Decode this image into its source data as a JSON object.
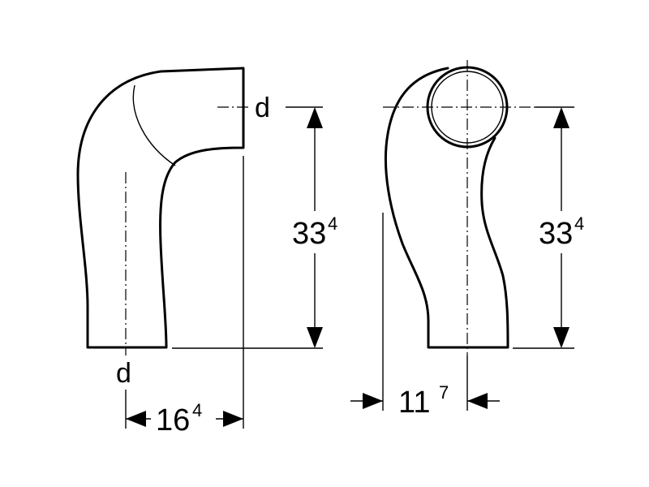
{
  "left_view": {
    "label_top": "d",
    "label_bottom": "d",
    "height_dim": {
      "main": "33",
      "sup": "4"
    },
    "width_dim": {
      "main": "16",
      "sup": "4"
    }
  },
  "right_view": {
    "height_dim": {
      "main": "33",
      "sup": "4"
    },
    "width_dim": {
      "main": "11",
      "sup": "7"
    }
  }
}
